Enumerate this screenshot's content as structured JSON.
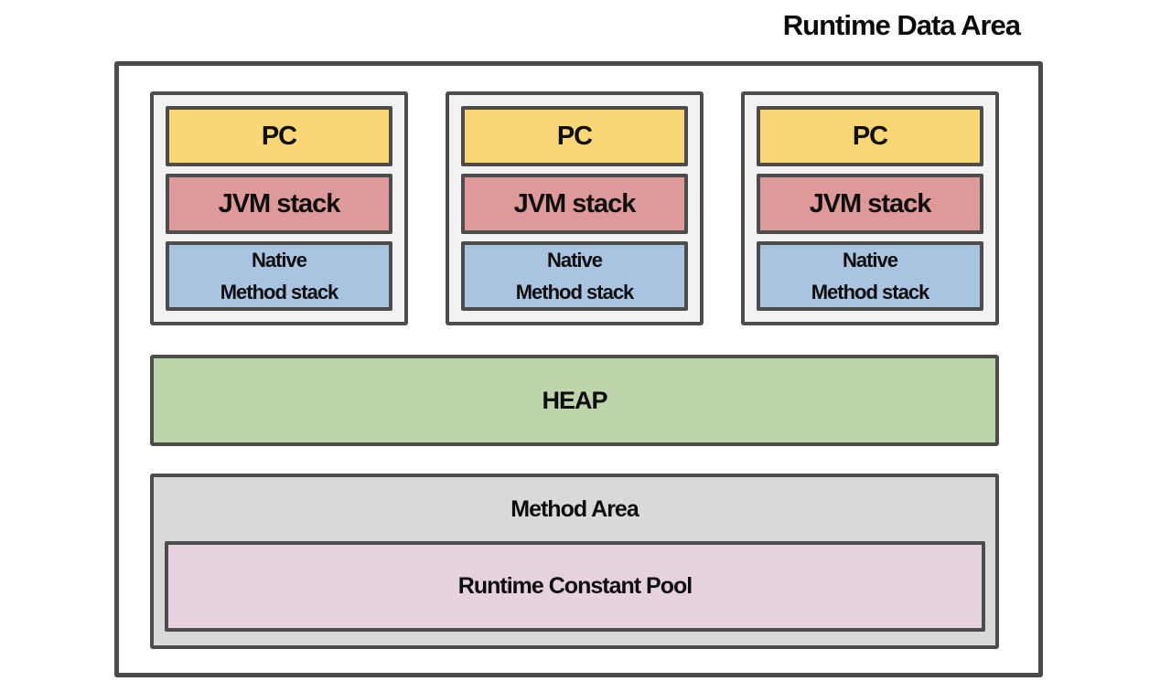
{
  "title": "Runtime Data Area",
  "colors": {
    "pc": "#f8d774",
    "jvm_stack": "#de9a98",
    "native_stack": "#a9c4e1",
    "heap": "#bed5ab",
    "method_area": "#d9d9d9",
    "runtime_constant_pool": "#e6d2de",
    "border": "#4c4c4c",
    "thread_background": "#f2f2f2",
    "text": "#0d0d0d"
  },
  "threads": [
    {
      "pc": "PC",
      "jvm_stack": "JVM stack",
      "native_line1": "Native",
      "native_line2": "Method stack"
    },
    {
      "pc": "PC",
      "jvm_stack": "JVM stack",
      "native_line1": "Native",
      "native_line2": "Method stack"
    },
    {
      "pc": "PC",
      "jvm_stack": "JVM stack",
      "native_line1": "Native",
      "native_line2": "Method stack"
    }
  ],
  "heap": {
    "label": "HEAP"
  },
  "method_area": {
    "label": "Method Area",
    "runtime_constant_pool": "Runtime Constant Pool"
  }
}
